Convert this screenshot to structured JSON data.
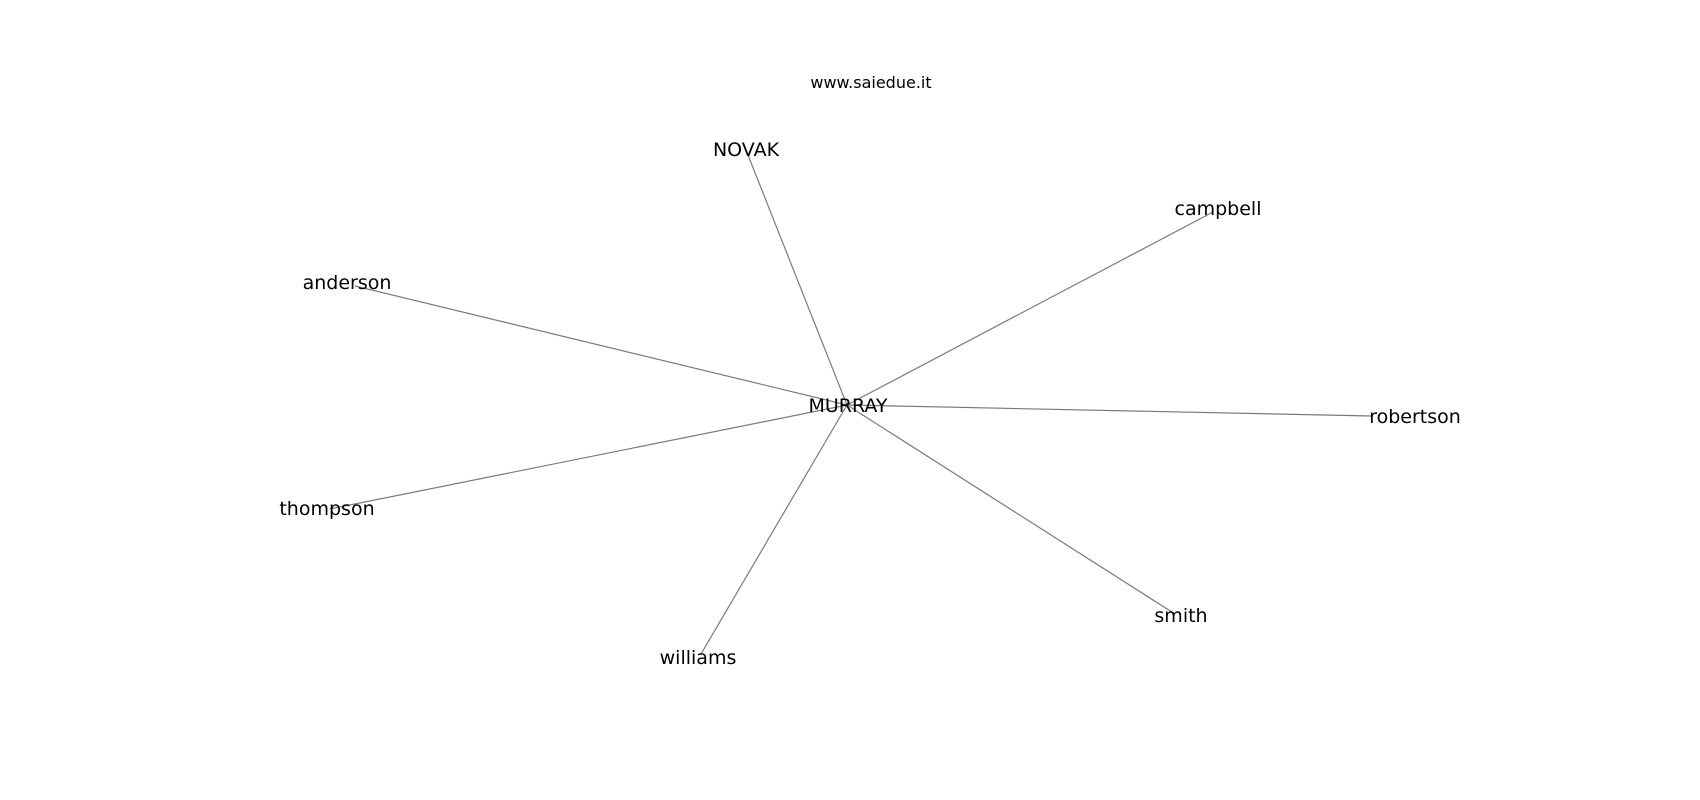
{
  "watermark": "www.saiedue.it",
  "center": {
    "id": "murray",
    "label": "MURRAY"
  },
  "nodes": [
    {
      "id": "novak",
      "label": "NOVAK"
    },
    {
      "id": "campbell",
      "label": "campbell"
    },
    {
      "id": "anderson",
      "label": "anderson"
    },
    {
      "id": "robertson",
      "label": "robertson"
    },
    {
      "id": "thompson",
      "label": "thompson"
    },
    {
      "id": "smith",
      "label": "smith"
    },
    {
      "id": "williams",
      "label": "williams"
    }
  ],
  "edges": [
    {
      "from": "murray",
      "to": "novak"
    },
    {
      "from": "murray",
      "to": "campbell"
    },
    {
      "from": "murray",
      "to": "anderson"
    },
    {
      "from": "murray",
      "to": "robertson"
    },
    {
      "from": "murray",
      "to": "thompson"
    },
    {
      "from": "murray",
      "to": "smith"
    },
    {
      "from": "murray",
      "to": "williams"
    }
  ],
  "colors": {
    "edge": "#7a7a7a",
    "text": "#000000",
    "background": "#ffffff"
  }
}
